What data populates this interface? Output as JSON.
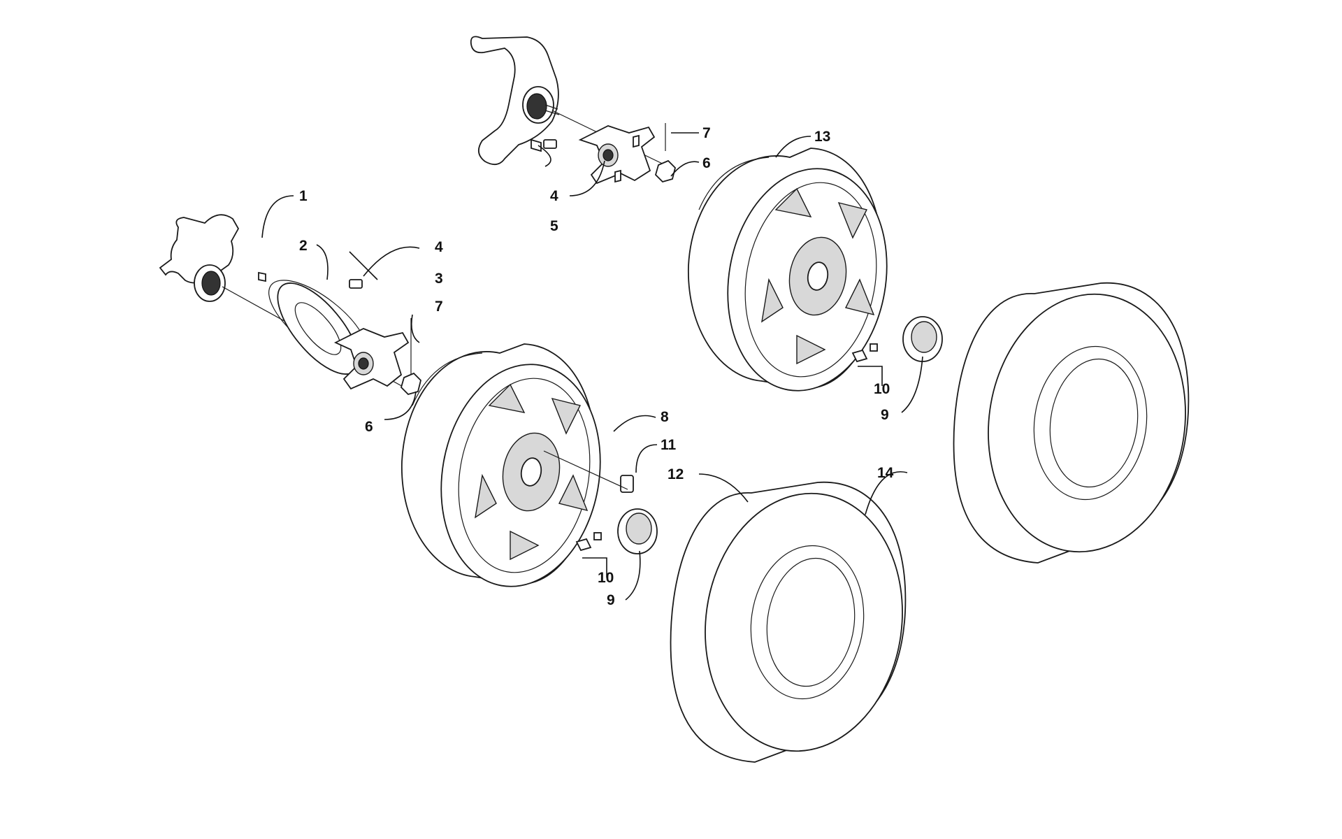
{
  "callouts": {
    "c1": "1",
    "c2": "2",
    "c3": "3",
    "c4_left": "4",
    "c4_top": "4",
    "c5": "5",
    "c6_left": "6",
    "c6_top": "6",
    "c7_left": "7",
    "c7_top": "7",
    "c8": "8",
    "c9_left": "9",
    "c9_right": "9",
    "c10_left": "10",
    "c10_right": "10",
    "c11": "11",
    "c12": "12",
    "c13": "13",
    "c14": "14"
  },
  "colors": {
    "line": "#1a1a1a",
    "background": "#ffffff"
  }
}
